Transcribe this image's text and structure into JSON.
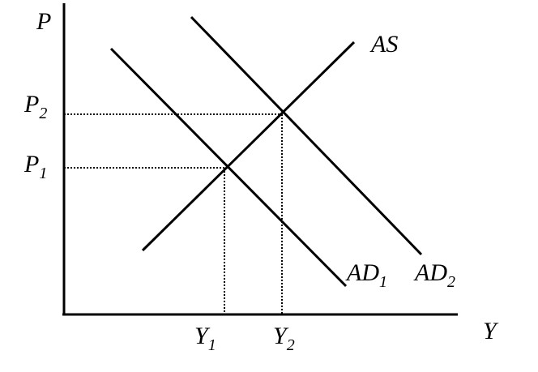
{
  "axes": {
    "y_label": "P",
    "x_label": "Y"
  },
  "price_levels": [
    {
      "main": "P",
      "sub": "2"
    },
    {
      "main": "P",
      "sub": "1"
    }
  ],
  "output_levels": [
    {
      "main": "Y",
      "sub": "1"
    },
    {
      "main": "Y",
      "sub": "2"
    }
  ],
  "curves": {
    "as": {
      "label": "AS"
    },
    "ad1": {
      "main": "AD",
      "sub": "1"
    },
    "ad2": {
      "main": "AD",
      "sub": "2"
    }
  }
}
